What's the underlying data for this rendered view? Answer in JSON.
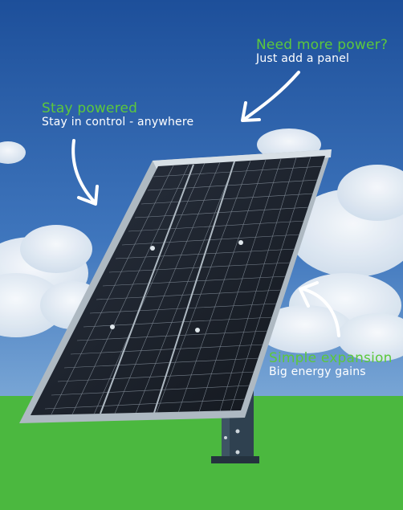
{
  "callouts": {
    "more_power": {
      "heading": "Need more power?",
      "text": "Just add a panel"
    },
    "stay_powered": {
      "heading": "Stay powered",
      "text": "Stay in control - anywhere"
    },
    "expansion": {
      "heading": "Simple expansion",
      "text": "Big energy gains"
    }
  },
  "colors": {
    "heading_green": "#5cc83c",
    "sky_top": "#1d4f9a",
    "sky_bottom": "#6f9fd2",
    "grass": "#4bb83f",
    "panel_frame": "#b9c4cc",
    "panel_cell": "#1c2128"
  }
}
